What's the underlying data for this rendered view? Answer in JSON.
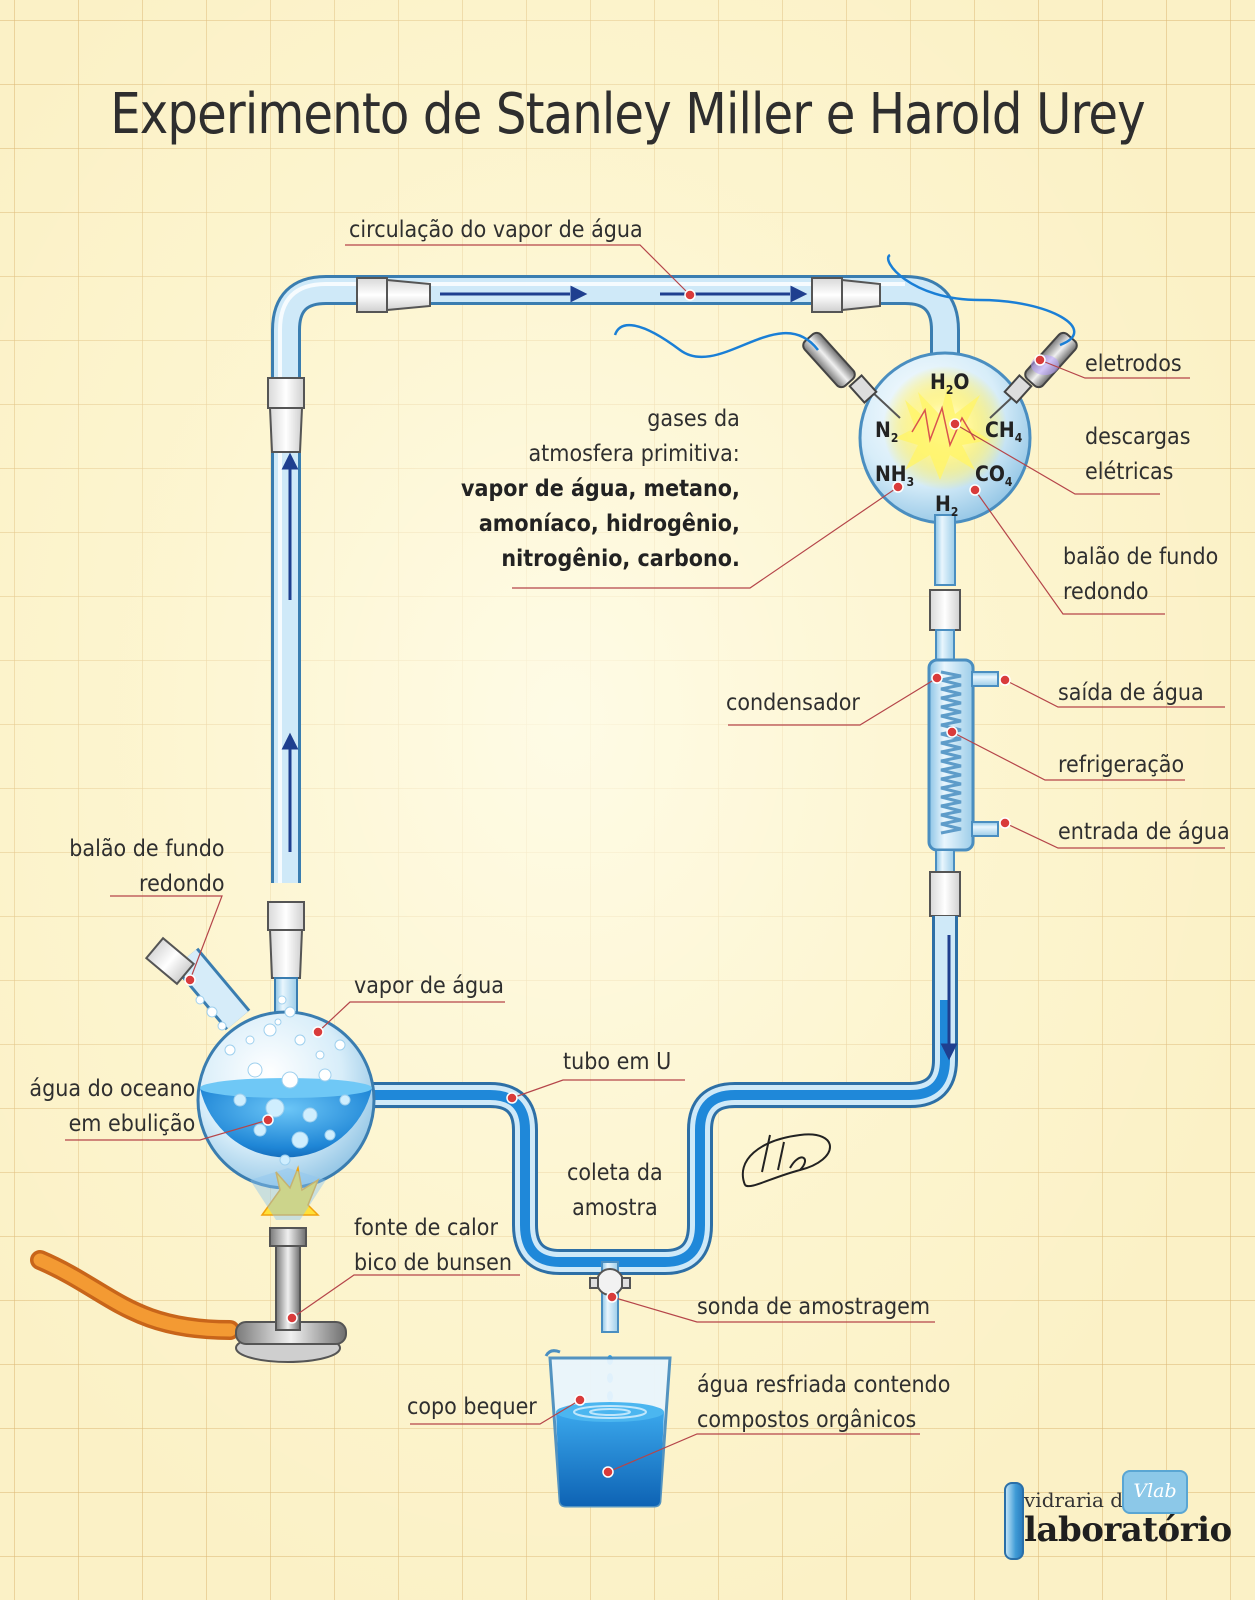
{
  "title": "Experimento de Stanley Miller e Harold Urey",
  "labels": {
    "vapor_circulation": "circulação do vapor de água",
    "electrodes": "eletrodos",
    "discharges": [
      "descargas",
      "elétricas"
    ],
    "flask_top": [
      "balão de fundo",
      "redondo"
    ],
    "gases_intro": [
      "gases da",
      "atmosfera primitiva:"
    ],
    "gases_list": [
      "vapor de água, metano,",
      "amoníaco, hidrogênio,",
      "nitrogênio, carbono."
    ],
    "condenser": "condensador",
    "water_out": "saída de água",
    "cooling": "refrigeração",
    "water_in": "entrada de água",
    "flask_left": [
      "balão de fundo",
      "redondo"
    ],
    "water_vapor": "vapor de água",
    "ocean_water": [
      "água do oceano",
      "em ebulição"
    ],
    "u_tube": "tubo em U",
    "sample_collection": [
      "coleta da",
      "amostra"
    ],
    "heat_source": [
      "fonte de calor",
      "bico de bunsen"
    ],
    "sampling_probe": "sonda de amostragem",
    "beaker": "copo bequer",
    "cooled_water": [
      "água resfriada contendo",
      "compostos orgânicos"
    ]
  },
  "gases": {
    "h2o": [
      "H",
      "2",
      "O"
    ],
    "n2": [
      "N",
      "2"
    ],
    "ch4": [
      "CH",
      "4"
    ],
    "nh3": [
      "NH",
      "3"
    ],
    "co4": [
      "CO",
      "4"
    ],
    "h2": [
      "H",
      "2"
    ]
  },
  "logo": {
    "top": "vidraria de",
    "main": "laboratório",
    "badge": "Vlab"
  },
  "colors": {
    "background": "#fbf1c6",
    "grid": "#deba78",
    "glass": "#cfe8f6",
    "water": "#1e88d8",
    "label_pointer": "#c0392b",
    "hose": "#f08a1e"
  }
}
